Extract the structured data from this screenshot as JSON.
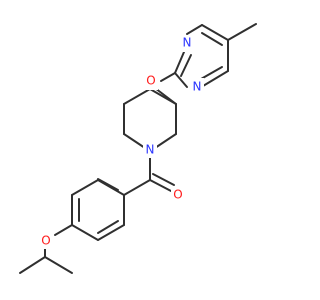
{
  "molecule": {
    "atoms": {
      "pyrimidine_n_top": "N",
      "pyrimidine_n_bottom": "N",
      "ether_o_top": "O",
      "piperidine_n": "N",
      "carbonyl_o": "O",
      "ether_o_bottom": "O"
    },
    "colors": {
      "bond": "#303030",
      "nitrogen": "#2b35ff",
      "oxygen": "#ff1a1a",
      "background": "#ffffff"
    }
  }
}
